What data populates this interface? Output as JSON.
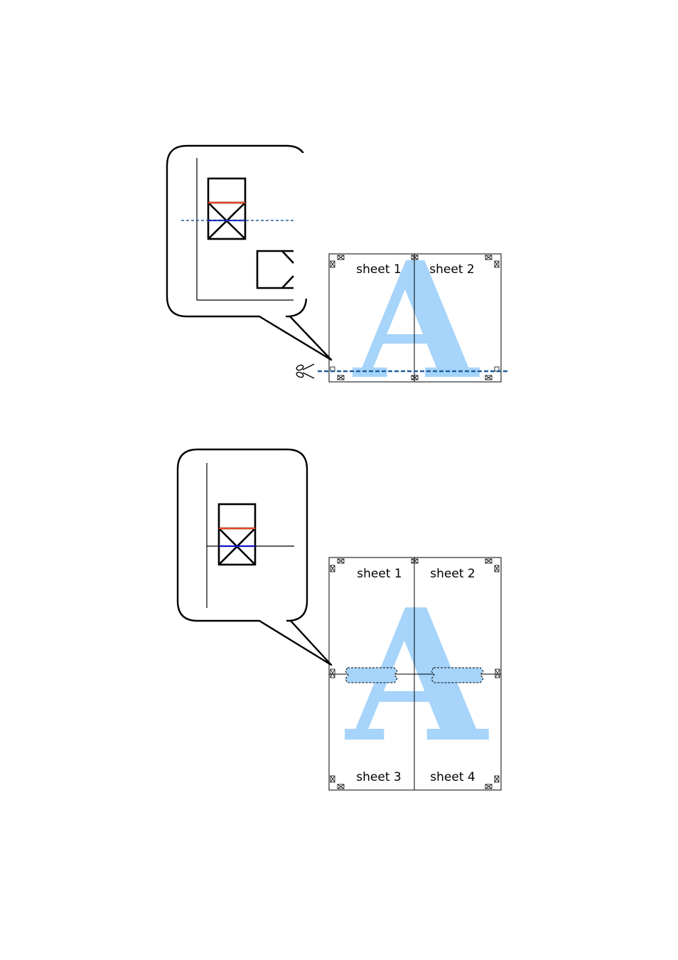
{
  "colors": {
    "line": "#000000",
    "watermark": "#a6d4fa",
    "cut_line": "#1f5f9b",
    "red_mark": "#e8461e",
    "blue_mark": "#1414c8"
  },
  "top_step": {
    "sheets": [
      "sheet 1",
      "sheet 2"
    ],
    "watermark_letter": "A",
    "cut_icon": "scissors-icon"
  },
  "bottom_step": {
    "sheets": [
      "sheet 1",
      "sheet 2",
      "sheet 3",
      "sheet 4"
    ],
    "watermark_letter": "A"
  }
}
